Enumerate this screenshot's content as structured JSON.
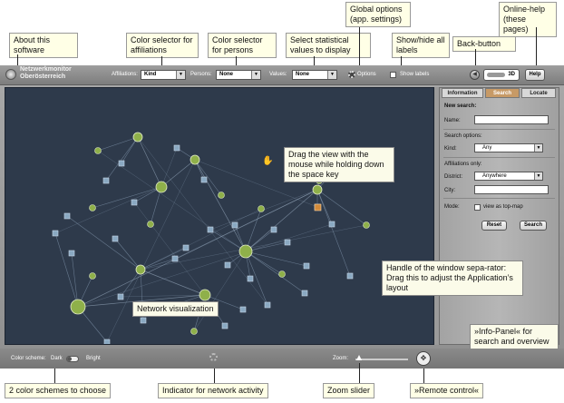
{
  "toolbar": {
    "app_title_line1": "Netzwerkmonitor",
    "app_title_line2": "Oberösterreich",
    "affiliations_label": "Affiliations:",
    "affiliations_value": "Kind",
    "persons_label": "Persons:",
    "persons_value": "None",
    "values_label": "Values:",
    "values_value": "None",
    "options_label": "Options",
    "show_labels": "Show labels",
    "view_label": "3D",
    "help_label": "Help"
  },
  "info_panel": {
    "tabs": [
      "Information",
      "Search",
      "Locate"
    ],
    "active_tab": "Search",
    "new_search": "New search:",
    "name_label": "Name:",
    "name_value": "",
    "search_options": "Search options:",
    "kind_label": "Kind:",
    "kind_value": "Any",
    "affiliations_only": "Affiliations only:",
    "district_label": "District:",
    "district_value": "Anywhere",
    "city_label": "City:",
    "city_value": "",
    "mode_label": "Mode:",
    "mode_option": "view as top-map",
    "reset_label": "Reset",
    "search_label": "Search"
  },
  "statusbar": {
    "color_scheme_label": "Color scheme:",
    "dark_label": "Dark",
    "bright_label": "Bright",
    "zoom_label": "Zoom:"
  },
  "annotations": {
    "about": "About this software",
    "color_affiliations": "Color selector for affiliations",
    "color_persons": "Color selector for persons",
    "statistical": "Select statistical values to display",
    "global_options": "Global options (app. settings)",
    "show_hide_labels": "Show/hide all labels",
    "back_button": "Back-button",
    "online_help": "Online-help (these pages)",
    "drag_view": "Drag the view with the mouse while holding down the space key",
    "network_vis": "Network visualization",
    "handle": "Handle of the window sepa-rator: Drag this to adjust the Application’s layout",
    "info_panel": "»Info-Panel« for search and overview",
    "two_schemes": "2 color schemes to choose",
    "activity": "Indicator for network activity",
    "zoom_slider": "Zoom slider",
    "remote": "»Remote control«"
  },
  "colors": {
    "network_bg": "#2e3a4b",
    "node_affiliation": "#8fb04a",
    "node_person": "#8aa9c2",
    "node_highlight": "#d38a3a",
    "tab_active": "#c79a66"
  }
}
